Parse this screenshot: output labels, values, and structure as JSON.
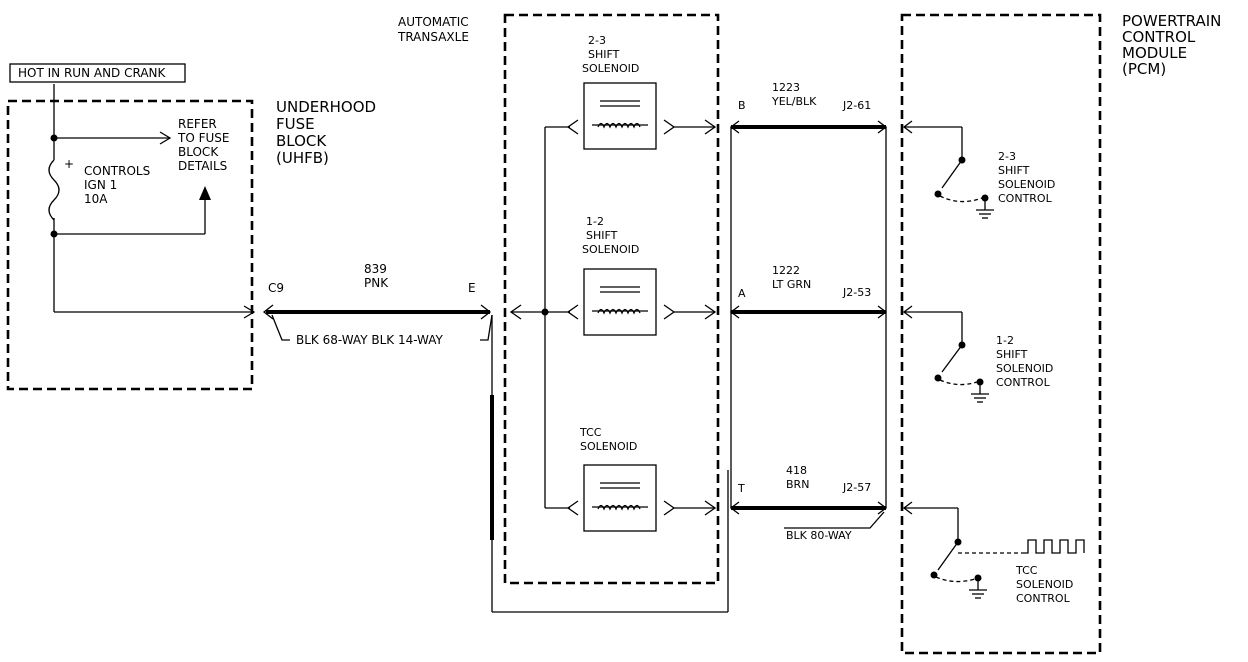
{
  "hot_label": "HOT IN RUN AND CRANK",
  "uhfb": {
    "title": [
      "UNDERHOOD",
      "FUSE",
      "BLOCK",
      "(UHFB)"
    ],
    "fuse": [
      "CONTROLS",
      "IGN 1",
      "10A"
    ],
    "fuse_plus": "+",
    "refer": [
      "REFER",
      "TO FUSE",
      "BLOCK",
      "DETAILS"
    ]
  },
  "circuit_839": {
    "number": "839",
    "color": "PNK",
    "pin_left": "C9",
    "pin_right": "E",
    "connector": "BLK 68-WAY BLK 14-WAY"
  },
  "transaxle": {
    "title": [
      "AUTOMATIC",
      "TRANSAXLE"
    ],
    "solenoids": [
      {
        "label": [
          "2-3",
          "SHIFT",
          "SOLENOID"
        ]
      },
      {
        "label": [
          "1-2",
          "SHIFT",
          "SOLENOID"
        ]
      },
      {
        "label": [
          "TCC",
          "SOLENOID"
        ]
      }
    ]
  },
  "wires": [
    {
      "pin": "B",
      "number": "1223",
      "color": "YEL/BLK",
      "pcm_pin": "J2-61"
    },
    {
      "pin": "A",
      "number": "1222",
      "color": "LT GRN",
      "pcm_pin": "J2-53"
    },
    {
      "pin": "T",
      "number": "418",
      "color": "BRN",
      "pcm_pin": "J2-57"
    }
  ],
  "pcm_connector": "BLK 80-WAY",
  "pcm": {
    "title": [
      "POWERTRAIN",
      "CONTROL",
      "MODULE",
      "(PCM)"
    ],
    "controls": [
      {
        "label": [
          "2-3",
          "SHIFT",
          "SOLENOID",
          "CONTROL"
        ]
      },
      {
        "label": [
          "1-2",
          "SHIFT",
          "SOLENOID",
          "CONTROL"
        ]
      },
      {
        "label": [
          "TCC",
          "SOLENOID",
          "CONTROL"
        ]
      }
    ]
  }
}
